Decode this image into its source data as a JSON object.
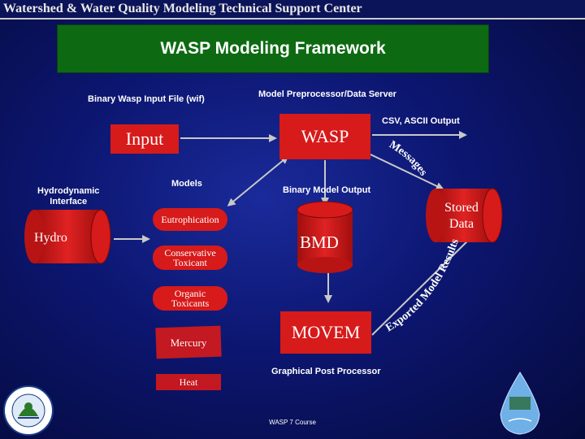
{
  "header": {
    "title": "Watershed & Water Quality Modeling Technical Support Center"
  },
  "slide": {
    "title": "WASP Modeling Framework",
    "footer": "WASP 7 Course"
  },
  "labels": {
    "input_file": "Binary Wasp Input File (wif)",
    "preprocessor": "Model Preprocessor/Data Server",
    "csv_output": "CSV, ASCII Output",
    "hydro_interface": "Hydrodynamic\nInterface",
    "models": "Models",
    "binary_output": "Binary Model Output",
    "graphical": "Graphical Post Processor"
  },
  "nodes": {
    "input": "Input",
    "wasp": "WASP",
    "hydro": "Hydro",
    "bmd": "BMD",
    "stored_data": "Stored\nData",
    "movem": "MOVEM"
  },
  "models": [
    "Eutrophication",
    "Conservative\nToxicant",
    "Organic\nToxicants",
    "Mercury",
    "Heat"
  ],
  "curved_labels": {
    "messages": "Messages",
    "exported": "Exported Model Results"
  },
  "logos": {
    "epa_seal": "epa-seal-icon",
    "water_drop": "water-drop-logo-icon"
  },
  "colors": {
    "node_red": "#d71a1a",
    "title_green": "#0d6a12",
    "background": "#0c1670",
    "arrow": "#c8c8c8"
  }
}
